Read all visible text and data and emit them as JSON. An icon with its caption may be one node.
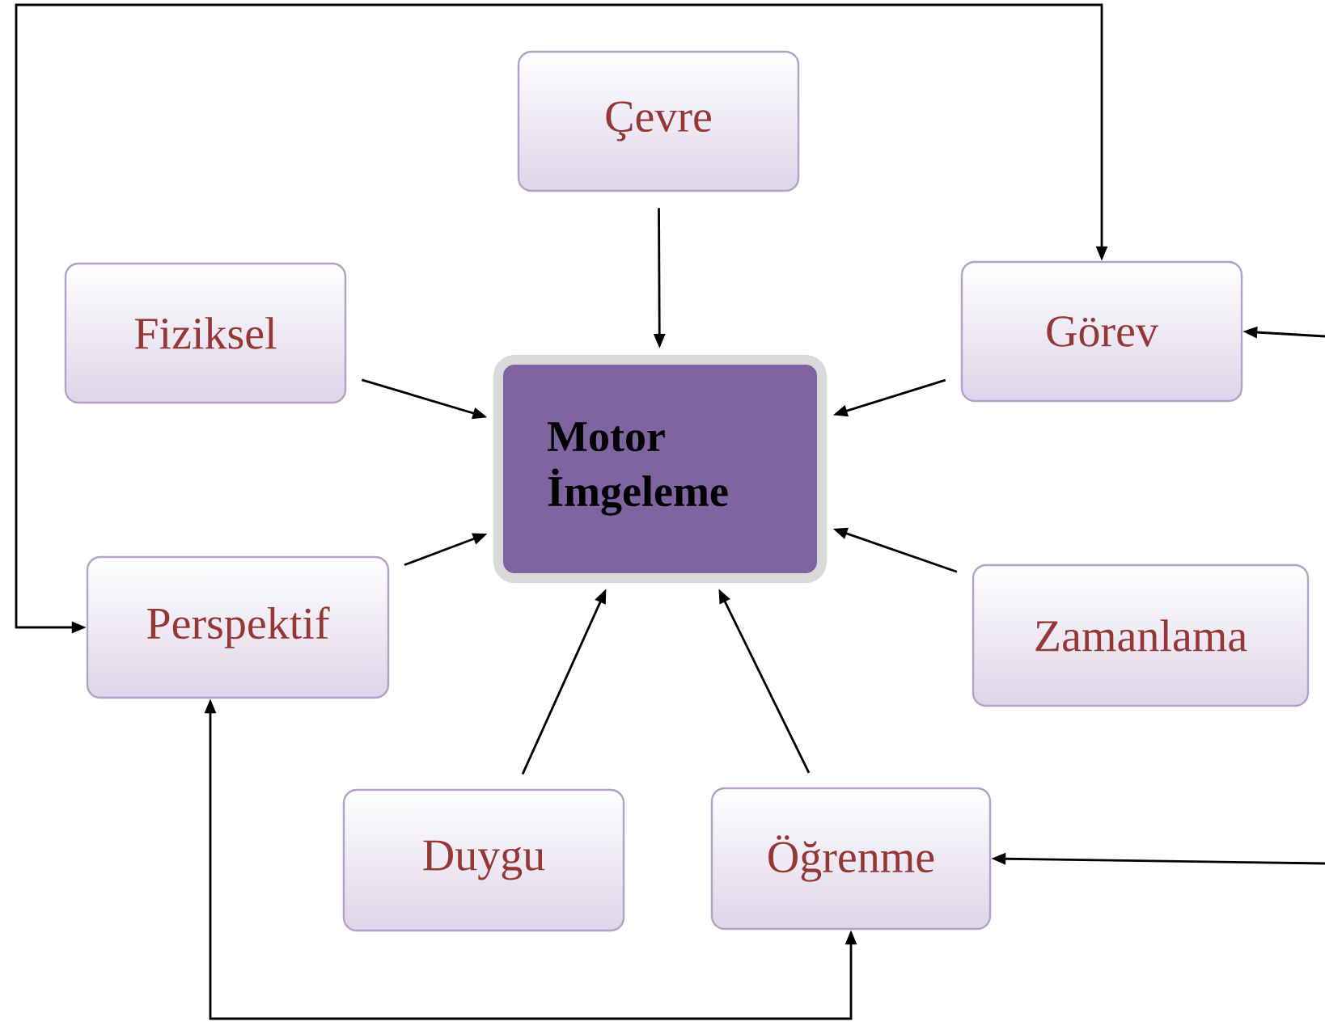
{
  "diagram": {
    "nodes": [
      {
        "text": [
          "Çevre"
        ]
      },
      {
        "text": [
          "Fiziksel"
        ]
      },
      {
        "text": [
          "Motor İmgeleme"
        ]
      },
      {
        "text": [
          "Görev"
        ]
      },
      {
        "text": [
          "Perspektif"
        ]
      },
      {
        "text": [
          "Zamanlama"
        ]
      },
      {
        "text": [
          "Duygu"
        ]
      },
      {
        "text": [
          "Öğrenme"
        ]
      }
    ],
    "edges": [
      {
        "from": 0,
        "to": 2,
        "arrow": "to"
      },
      {
        "from": 1,
        "to": 2,
        "arrow": "to"
      },
      {
        "from": 3,
        "to": 2,
        "arrow": "to"
      },
      {
        "from": 4,
        "to": 2,
        "arrow": "to"
      },
      {
        "from": 5,
        "to": 2,
        "arrow": "to"
      },
      {
        "from": 6,
        "to": 2,
        "arrow": "to"
      },
      {
        "from": 7,
        "to": 2,
        "arrow": "to"
      },
      {
        "from": 4,
        "to": 3,
        "arrow": "both"
      },
      {
        "from": 4,
        "to": 7,
        "arrow": "both"
      },
      {
        "from": null,
        "to": 3,
        "arrow": "to"
      },
      {
        "from": null,
        "to": 7,
        "arrow": "to"
      }
    ]
  }
}
